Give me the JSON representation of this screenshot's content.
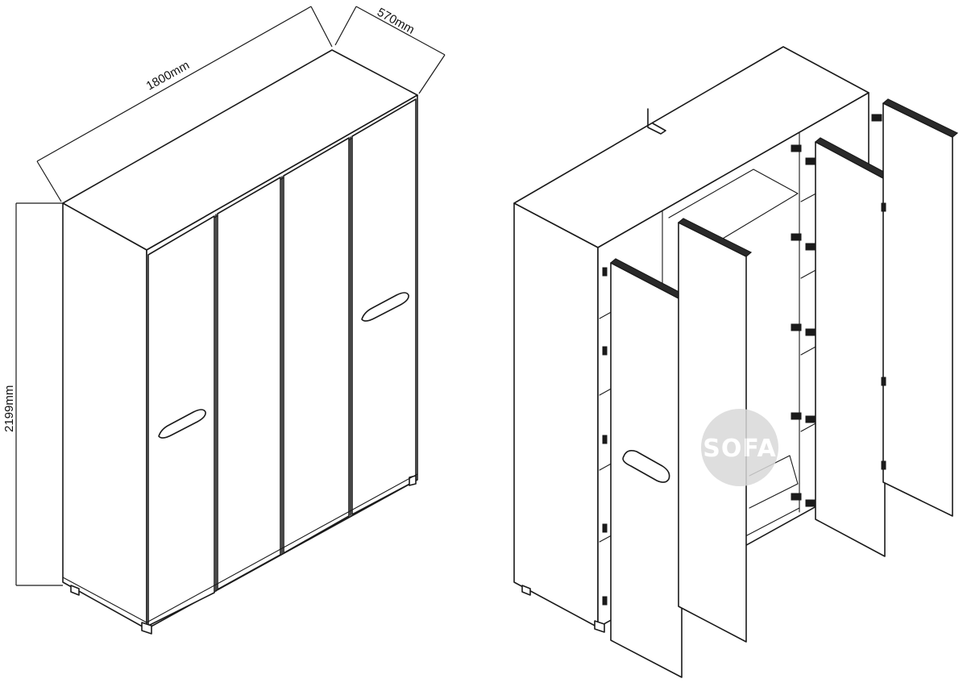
{
  "dimensions": {
    "width": "1800mm",
    "depth": "570mm",
    "height": "2199mm"
  },
  "watermark": {
    "text": "SOFA",
    "color": "#d9d9d9"
  },
  "line_color": "#1a1a1a"
}
